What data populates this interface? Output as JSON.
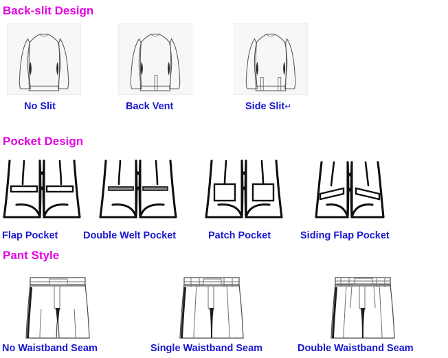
{
  "page": {
    "background": "#ffffff",
    "heading_color": "#e300e3",
    "caption_color": "#1818cf"
  },
  "sections": [
    {
      "id": "back-slit-design",
      "heading": "Back-slit Design",
      "items": [
        {
          "label": "No Slit",
          "icon": "jacket-back-no-slit-icon",
          "trailing": ""
        },
        {
          "label": "Back Vent",
          "icon": "jacket-back-vent-icon",
          "trailing": ""
        },
        {
          "label": "Side Slit",
          "icon": "jacket-back-side-slit-icon",
          "trailing": "↵"
        }
      ]
    },
    {
      "id": "pocket-design",
      "heading": "Pocket Design",
      "items": [
        {
          "label": "Flap Pocket",
          "icon": "pocket-flap-icon",
          "trailing": ""
        },
        {
          "label": "Double Welt Pocket",
          "icon": "pocket-double-welt-icon",
          "trailing": ""
        },
        {
          "label": "Patch Pocket",
          "icon": "pocket-patch-icon",
          "trailing": ""
        },
        {
          "label": "Siding Flap Pocket",
          "icon": "pocket-siding-flap-icon",
          "trailing": ""
        }
      ]
    },
    {
      "id": "pant-style",
      "heading": "Pant Style",
      "items": [
        {
          "label": "No Waistband Seam",
          "icon": "pant-no-waistband-seam-icon",
          "trailing": ""
        },
        {
          "label": "Single Waistband Seam",
          "icon": "pant-single-waistband-seam-icon",
          "trailing": ""
        },
        {
          "label": "Double Waistband Seam",
          "icon": "pant-double-waistband-seam-icon",
          "trailing": ""
        }
      ]
    }
  ]
}
